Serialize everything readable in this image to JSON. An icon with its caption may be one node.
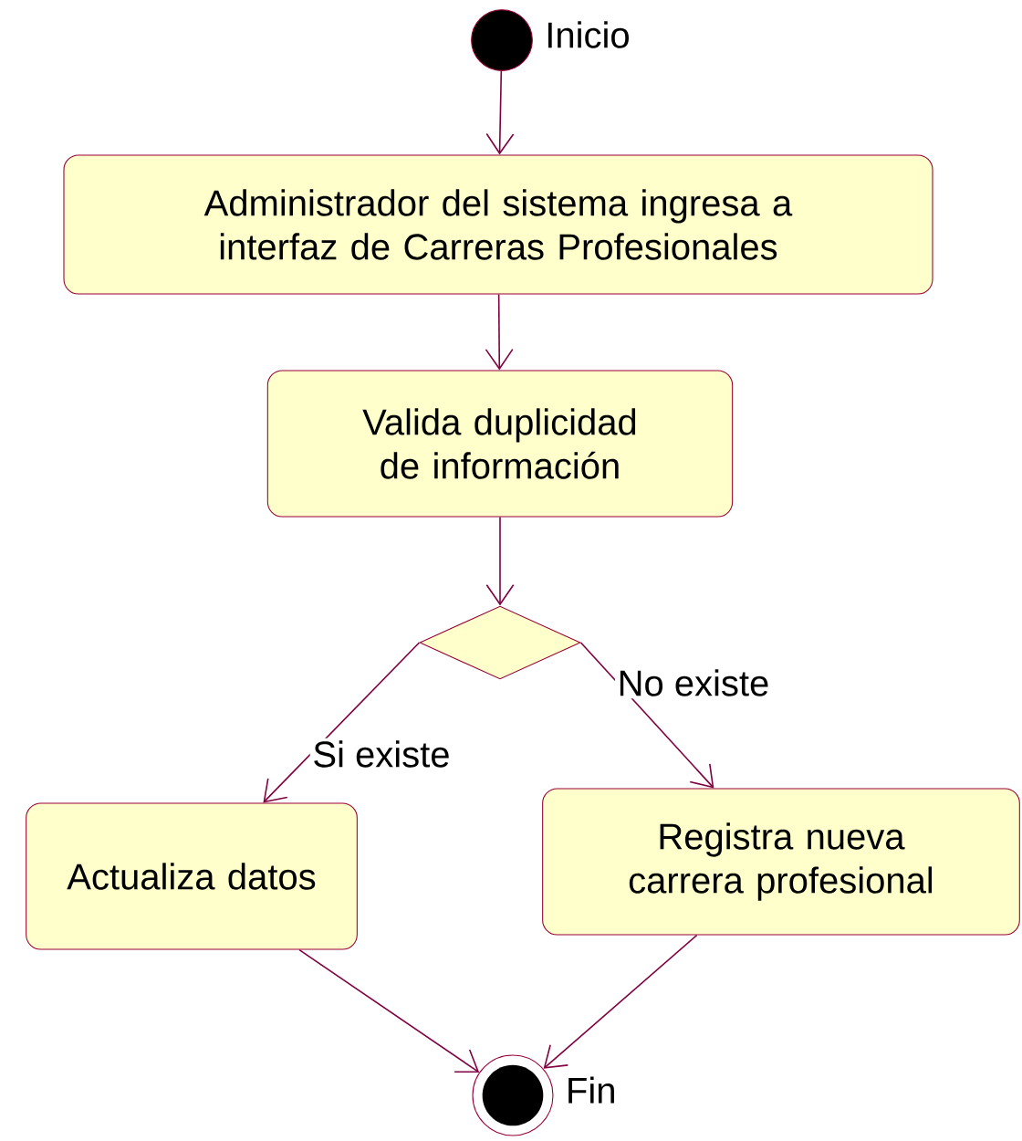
{
  "diagram": {
    "nodes": [
      {
        "text": [],
        "shape": "circle",
        "beside": [
          "Inicio"
        ]
      },
      {
        "text": [
          "Administrador del sistema ingresa a interfaz de Carreras Profesionales"
        ]
      },
      {
        "text": [
          "Valida duplicidad de información"
        ]
      },
      {
        "text": [],
        "shape": "diamond"
      },
      {
        "text": [
          "Actualiza datos"
        ]
      },
      {
        "text": [
          "Registra nueva carrera profesional"
        ]
      },
      {
        "text": [],
        "shape": "circle",
        "beside": [
          "Fin"
        ]
      }
    ],
    "edges": [
      {
        "from": 0,
        "to": 1,
        "arrow": "to"
      },
      {
        "from": 1,
        "to": 2,
        "arrow": "to"
      },
      {
        "from": 2,
        "to": 3,
        "arrow": "to"
      },
      {
        "from": 3,
        "to": 4,
        "arrow": "to",
        "label": "Si existe"
      },
      {
        "from": 3,
        "to": 5,
        "arrow": "to",
        "label": "No existe"
      },
      {
        "from": 4,
        "to": 6,
        "arrow": "to"
      },
      {
        "from": 5,
        "to": 6,
        "arrow": "to"
      }
    ]
  }
}
